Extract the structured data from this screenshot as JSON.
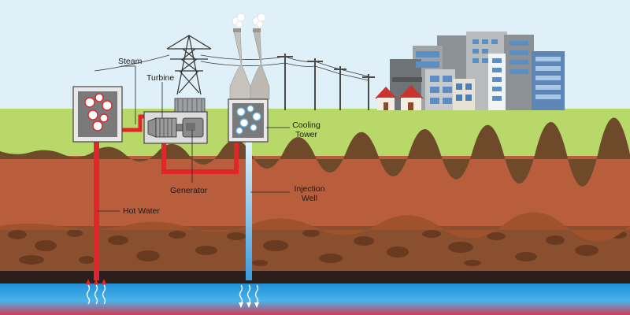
{
  "labels": {
    "steam": "Steam",
    "turbine": "Turbine",
    "generator": "Generator",
    "cooling_tower": "Cooling Tower",
    "cooling_tower_line1": "Cooling",
    "cooling_tower_line2": "Tower",
    "injection_well": "Injection Well",
    "injection_well_line1": "Injection",
    "injection_well_line2": "Well",
    "hot_water": "Hot Water"
  },
  "colors": {
    "sky": "#dff0f8",
    "grass": "#b9d86a",
    "soil": "#b85e3c",
    "rock": "#8a4f2e",
    "bedrock": "#2c1e1a",
    "reservoir": "#2fa4e2",
    "hot_pipe": "#e0262b",
    "cold_pipe": "#5db8ec",
    "building_gray": "#7d8286",
    "window_blue": "#5b8fc4"
  },
  "icons": [
    "steam-icon",
    "heat-waves-icon",
    "cold-waves-icon",
    "power-pylon-icon",
    "utility-pole-icon",
    "house-icon",
    "building-icon"
  ]
}
